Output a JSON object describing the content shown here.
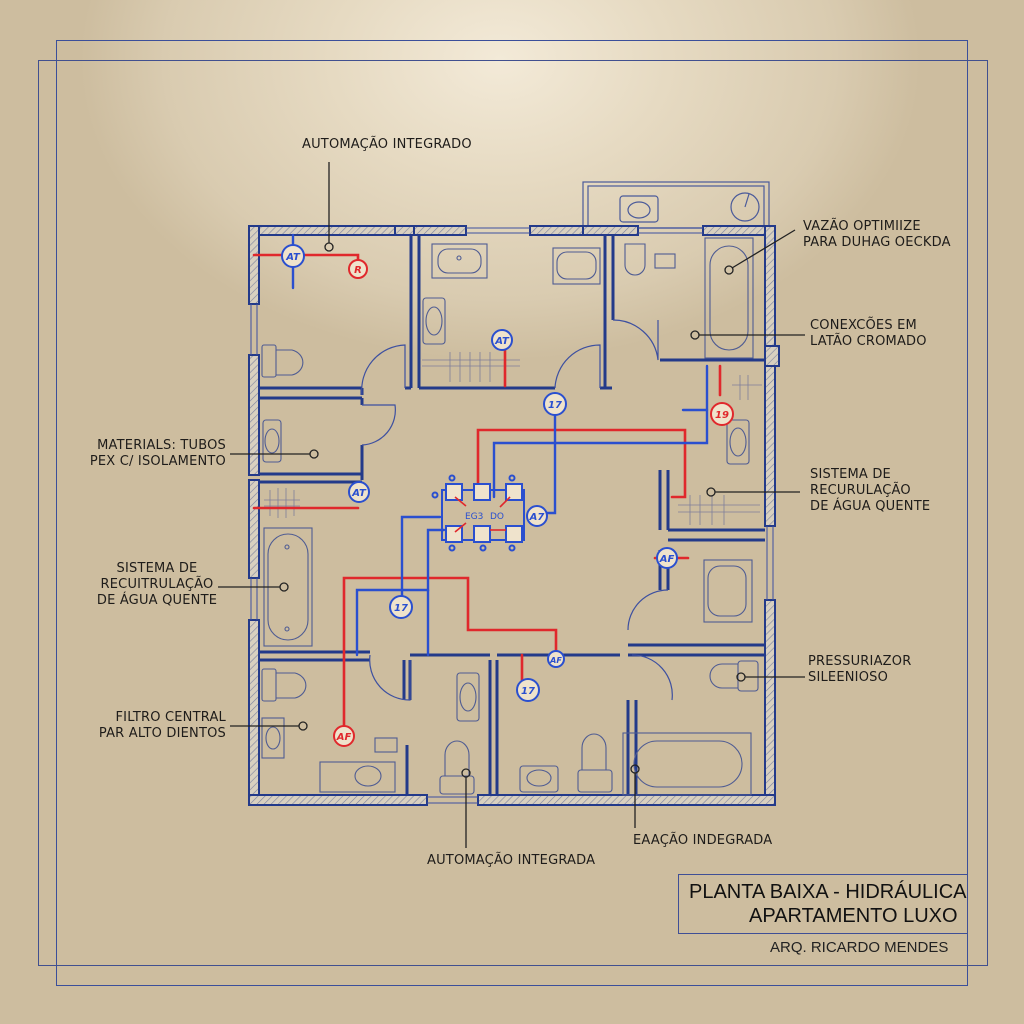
{
  "title_block": {
    "line1": "PLANTA BAIXA - HIDRÁULICA",
    "line2": "APARTAMENTO LUXO",
    "architect": "ARQ. RICARDO MENDES"
  },
  "annotations": {
    "top": "AUTOMAÇÃO INTEGRADO",
    "right_1": [
      "VAZÃO OPTIMIIZE",
      "PARA DUHAG OECKDA"
    ],
    "right_2": [
      "CONEXCÕES EM",
      "LATÃO CROMADO"
    ],
    "right_3": [
      "SISTEMA DE",
      "RECURULAÇÃO",
      "DE ÁGUA QUENTE"
    ],
    "right_4": [
      "PRESSURIAZOR",
      "SILEENIOSO"
    ],
    "left_1": [
      "MATERIALS:   TUBOS",
      "PEX C/ ISOLAMENTO"
    ],
    "left_2": [
      "SISTEMA DE",
      "RECUITRULAÇÃO",
      "DE ÁGUA QUENTE"
    ],
    "left_3": [
      "FILTRO CENTRAL",
      "PAR ALTO DIENTOS"
    ],
    "bottom_1": "AUTOMAÇÃO INTEGRADA",
    "bottom_2": "EAAÇÃO INDEGRADA"
  },
  "central_manifold": {
    "labels": [
      "EG3",
      "DO"
    ]
  },
  "valve_tags": {
    "top_left_blue": "AT",
    "top_left_red": "R",
    "bath2_blue": "AT",
    "center_top_blue": "17",
    "right_red": "19",
    "left_mid_blue": "AT",
    "manifold_right_blue": "A7",
    "right_mid_blue": "AF",
    "center_low_blue": "17",
    "lower_center_blue": "AF",
    "lower_center_blue2": "17",
    "lower_left_red": "AF"
  },
  "colors": {
    "wall": "#233a8a",
    "hot_pipe": "#e0282c",
    "cold_pipe": "#2a4fcf",
    "fixture": "#4f5c93",
    "paper": "#e6dac2",
    "text": "#1e1c1a"
  }
}
